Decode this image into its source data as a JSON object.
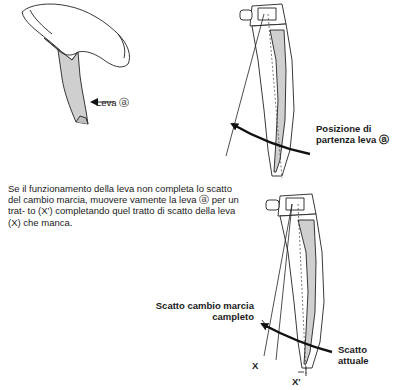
{
  "diagram": {
    "labels": [
      "Leva ⓐ",
      "Posizione di partenza leva ⓐ",
      "Se il funzionamento della leva non completa lo scatto del cambio marcia, muovere vamente la leva ⓐ per un trat- to (X') completando quel tratto di scatto della leva (X) che manca.",
      "Scatto cambio marcia campleto",
      "Scatto attuale",
      "X",
      "X'"
    ]
  }
}
